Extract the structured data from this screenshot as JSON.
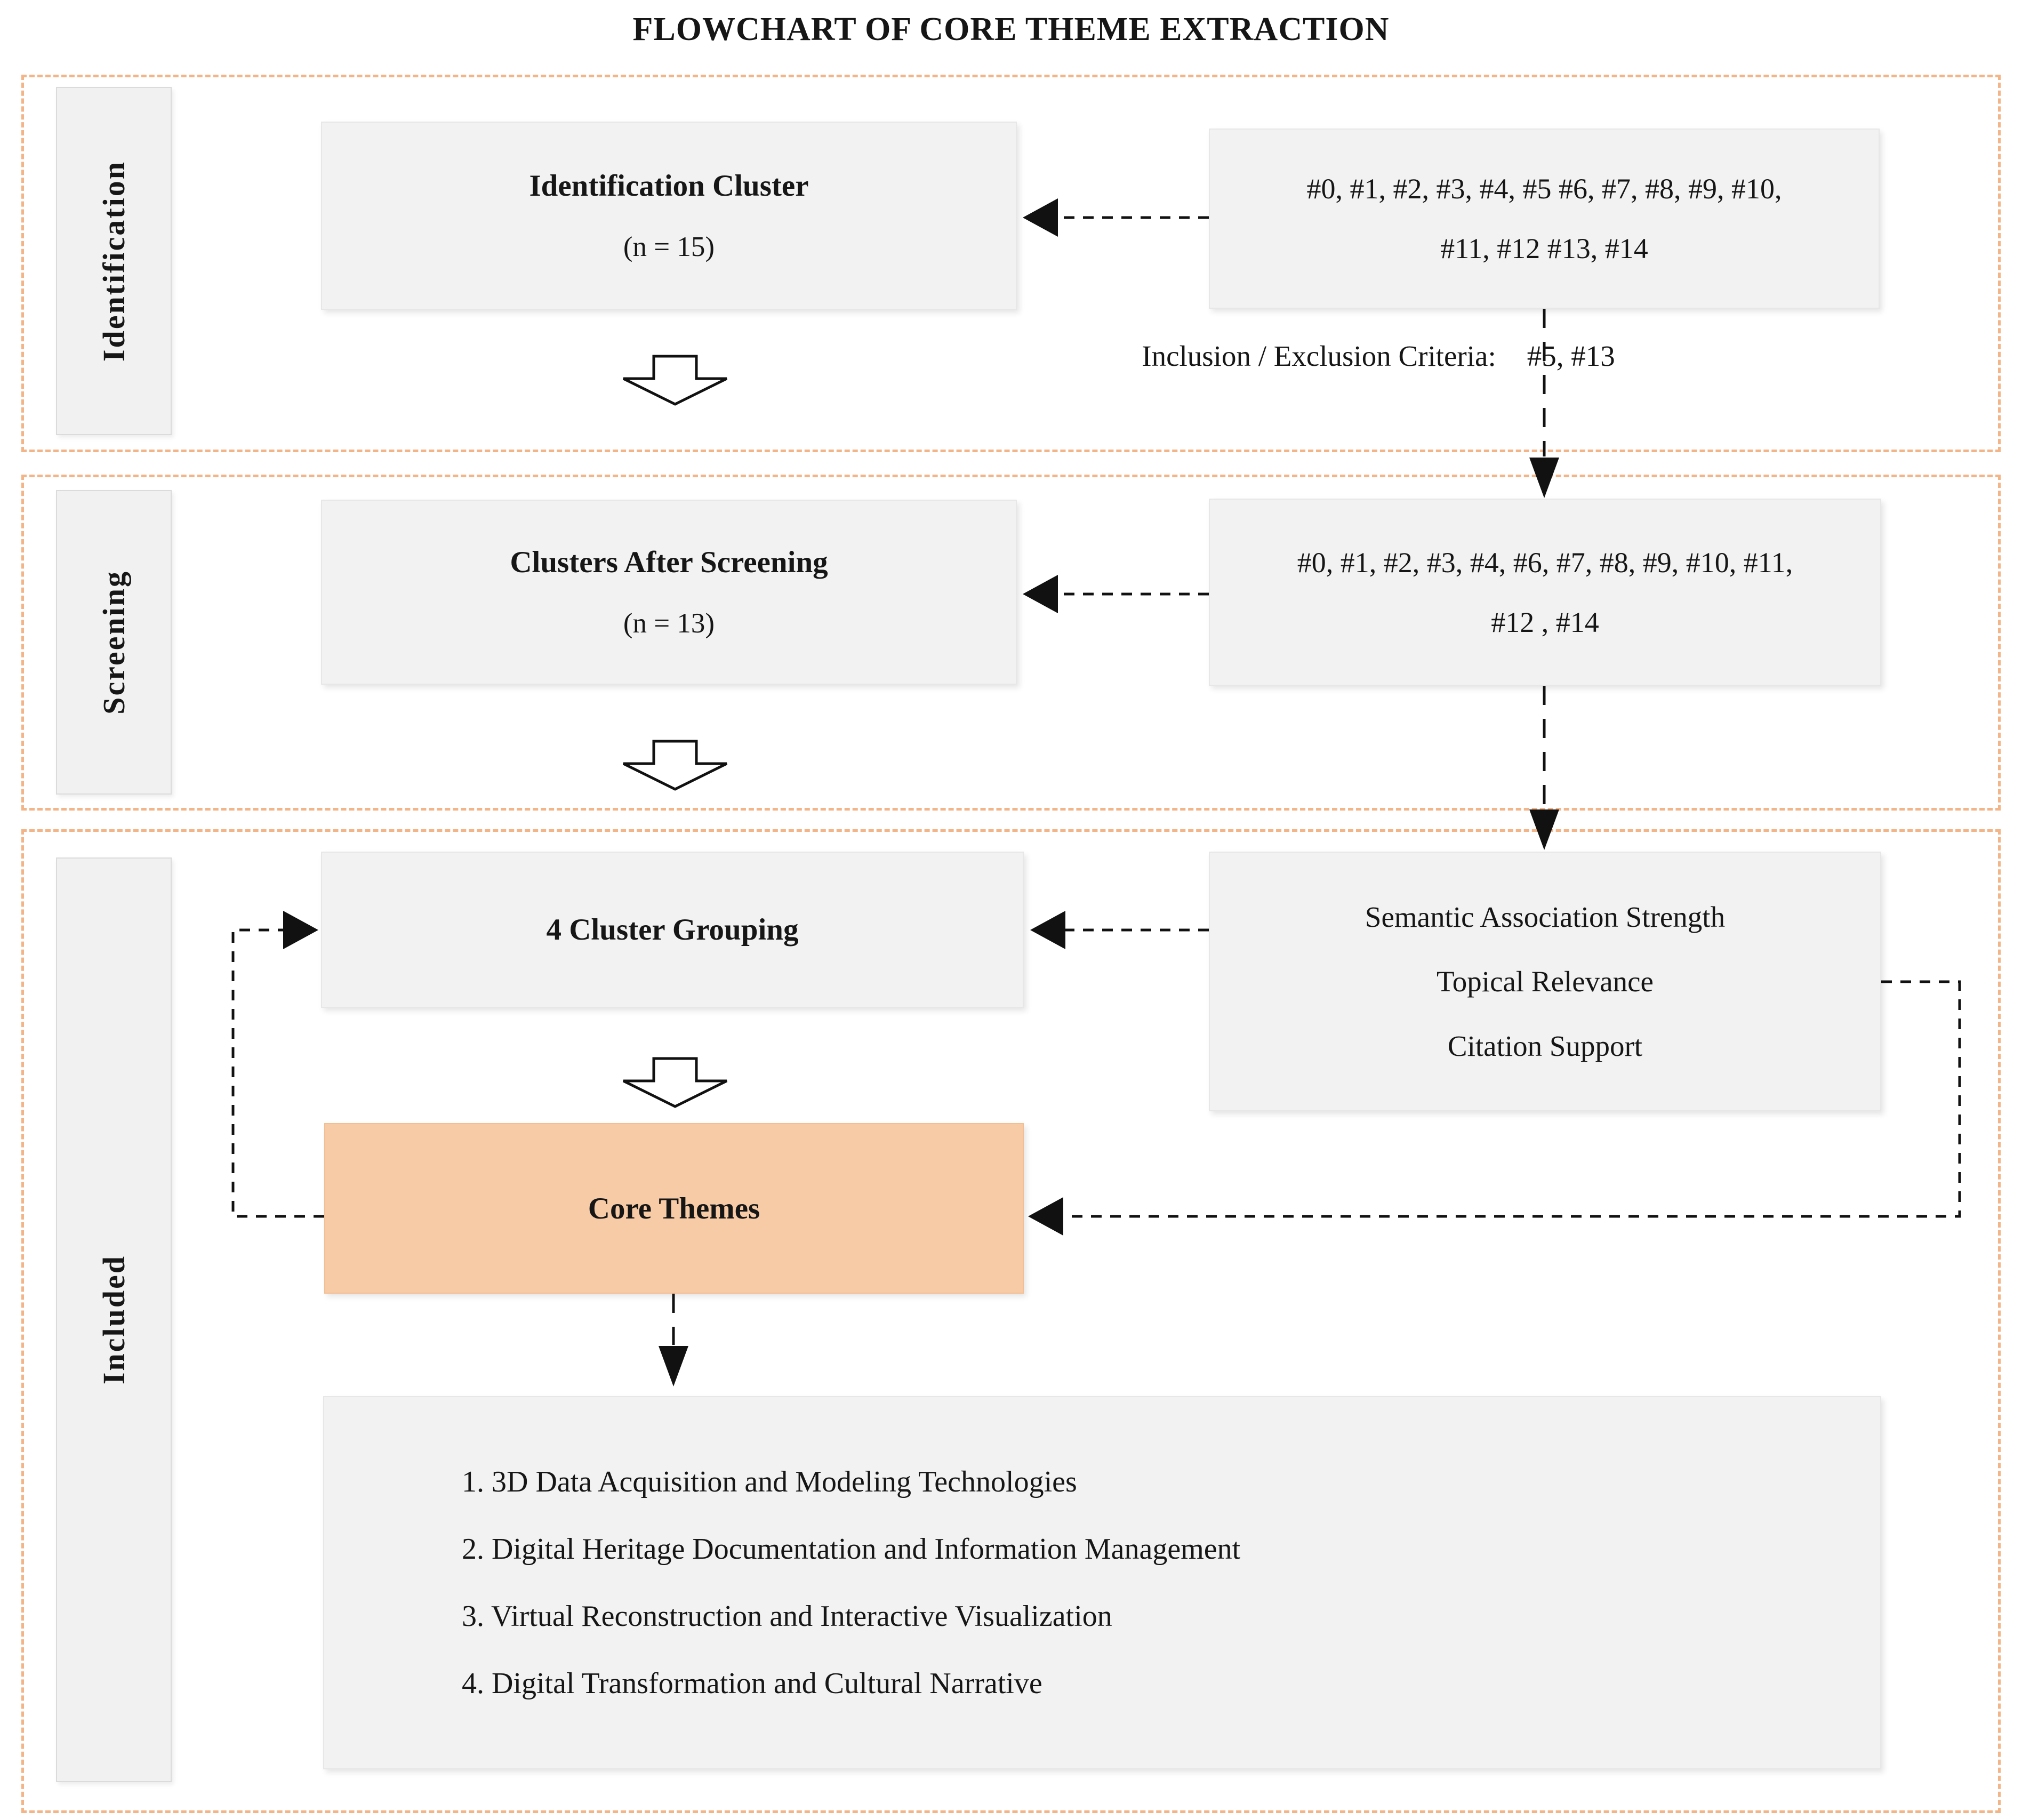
{
  "title": "FLOWCHART OF CORE THEME EXTRACTION",
  "colors": {
    "core_theme_fill": "#F7CBA6",
    "section_border": "#F3B488",
    "box_fill": "#F2F2F2"
  },
  "sections": {
    "identification": {
      "label": "Identification"
    },
    "screening": {
      "label": "Screening"
    },
    "included": {
      "label": "Included"
    }
  },
  "identification": {
    "cluster_box": {
      "title": "Identification Cluster",
      "count": "(n = 15)"
    },
    "ids_box": {
      "line1": "#0, #1, #2, #3, #4, #5 #6, #7, #8, #9, #10,",
      "line2": "#11, #12 #13, #14"
    },
    "criteria": {
      "label": "Inclusion / Exclusion Criteria:",
      "values": "#5, #13"
    }
  },
  "screening": {
    "cluster_box": {
      "title": "Clusters After Screening",
      "count": "(n = 13)"
    },
    "ids_box": {
      "line1": "#0, #1, #2, #3, #4, #6, #7, #8, #9, #10, #11,",
      "line2": "#12 , #14"
    }
  },
  "included": {
    "grouping_box": {
      "title": "4 Cluster Grouping"
    },
    "criteria_box": {
      "line1": "Semantic Association Strength",
      "line2": "Topical Relevance",
      "line3": "Citation Support"
    },
    "core_box": {
      "title": "Core Themes"
    },
    "themes_box": {
      "items": [
        "1. 3D Data Acquisition and Modeling Technologies",
        "2. Digital Heritage Documentation and Information Management",
        "3. Virtual Reconstruction and Interactive Visualization",
        "4. Digital Transformation and Cultural Narrative"
      ]
    }
  }
}
